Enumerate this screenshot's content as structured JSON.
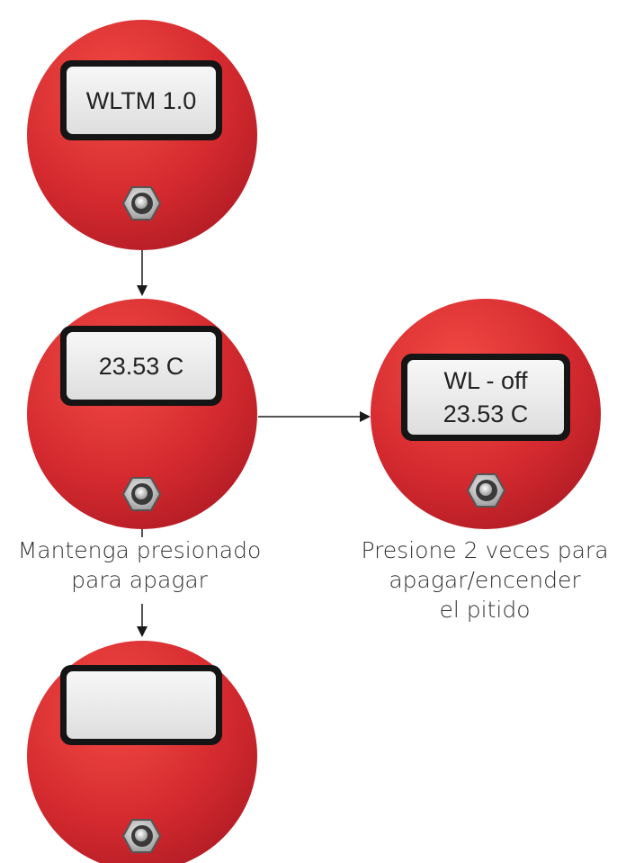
{
  "devices": [
    {
      "id": "startup",
      "screen_lines": [
        "WLTM 1.0"
      ]
    },
    {
      "id": "temperature",
      "screen_lines": [
        "23.53 C"
      ]
    },
    {
      "id": "beep-toggle",
      "screen_lines": [
        "WL - off",
        "23.53 C"
      ]
    },
    {
      "id": "off",
      "screen_lines": []
    }
  ],
  "captions": {
    "hold_to_power_off": {
      "line1": "Mantenga presionado",
      "line2": "para apagar"
    },
    "double_press_beep": {
      "line1": "Presione 2 veces para",
      "line2": "apagar/encender",
      "line3": "el pitido"
    }
  },
  "colors": {
    "device_body": "#d42a2f",
    "device_highlight": "#f24a44",
    "screen_bezel": "#151515",
    "screen_face": "#ececec",
    "button_metal": "#b8b8b8",
    "arrow": "#1a1a1a"
  }
}
